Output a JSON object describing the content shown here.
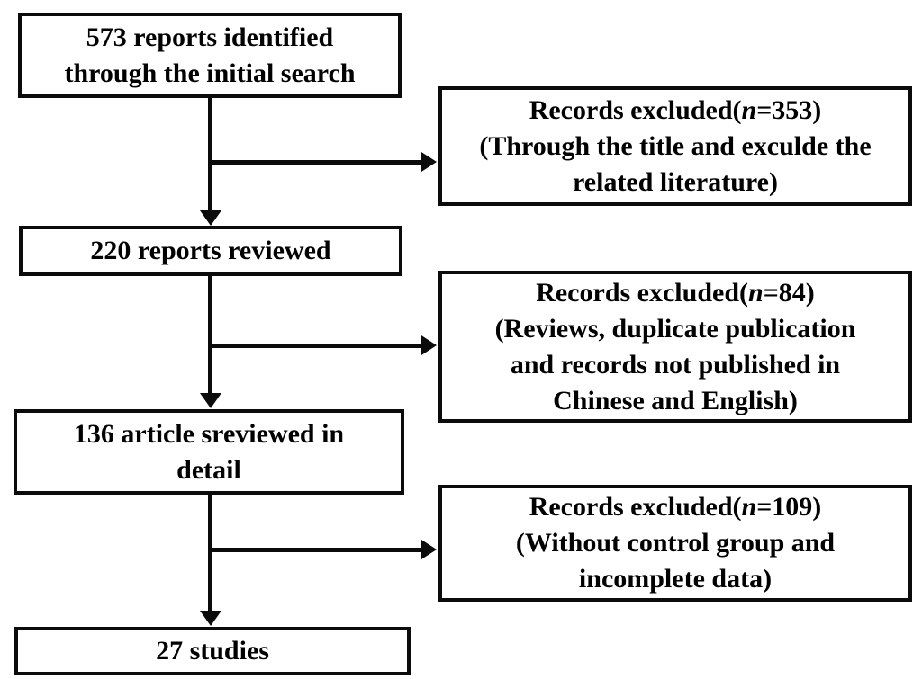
{
  "diagram": {
    "type": "study-selection-flowchart",
    "colors": {
      "background": "#ffffff",
      "line": "#0b0b0b",
      "text": "#000000"
    },
    "main_flow": [
      {
        "name": "identified",
        "lines": [
          "573 reports identified",
          "through the initial search"
        ]
      },
      {
        "name": "reviewed",
        "lines": [
          "220 reports reviewed"
        ]
      },
      {
        "name": "reviewed_in_detail",
        "lines": [
          "136 article sreviewed in",
          "detail"
        ]
      },
      {
        "name": "included",
        "lines": [
          "27 studies"
        ]
      }
    ],
    "exclusions": [
      {
        "name": "excluded-1",
        "prefix": "Records excluded(",
        "n": "n",
        "count": "=353)",
        "lines": [
          "(Through the title and exculde the",
          "related literature)"
        ]
      },
      {
        "name": "excluded-2",
        "prefix": "Records excluded(",
        "n": "n",
        "count": "=84)",
        "lines": [
          "(Reviews, duplicate publication",
          "and records not published in",
          "Chinese and English)"
        ]
      },
      {
        "name": "excluded-3",
        "prefix": "Records excluded(",
        "n": "n",
        "count": "=109)",
        "lines": [
          "(Without control group and",
          "incomplete data)"
        ]
      }
    ]
  }
}
